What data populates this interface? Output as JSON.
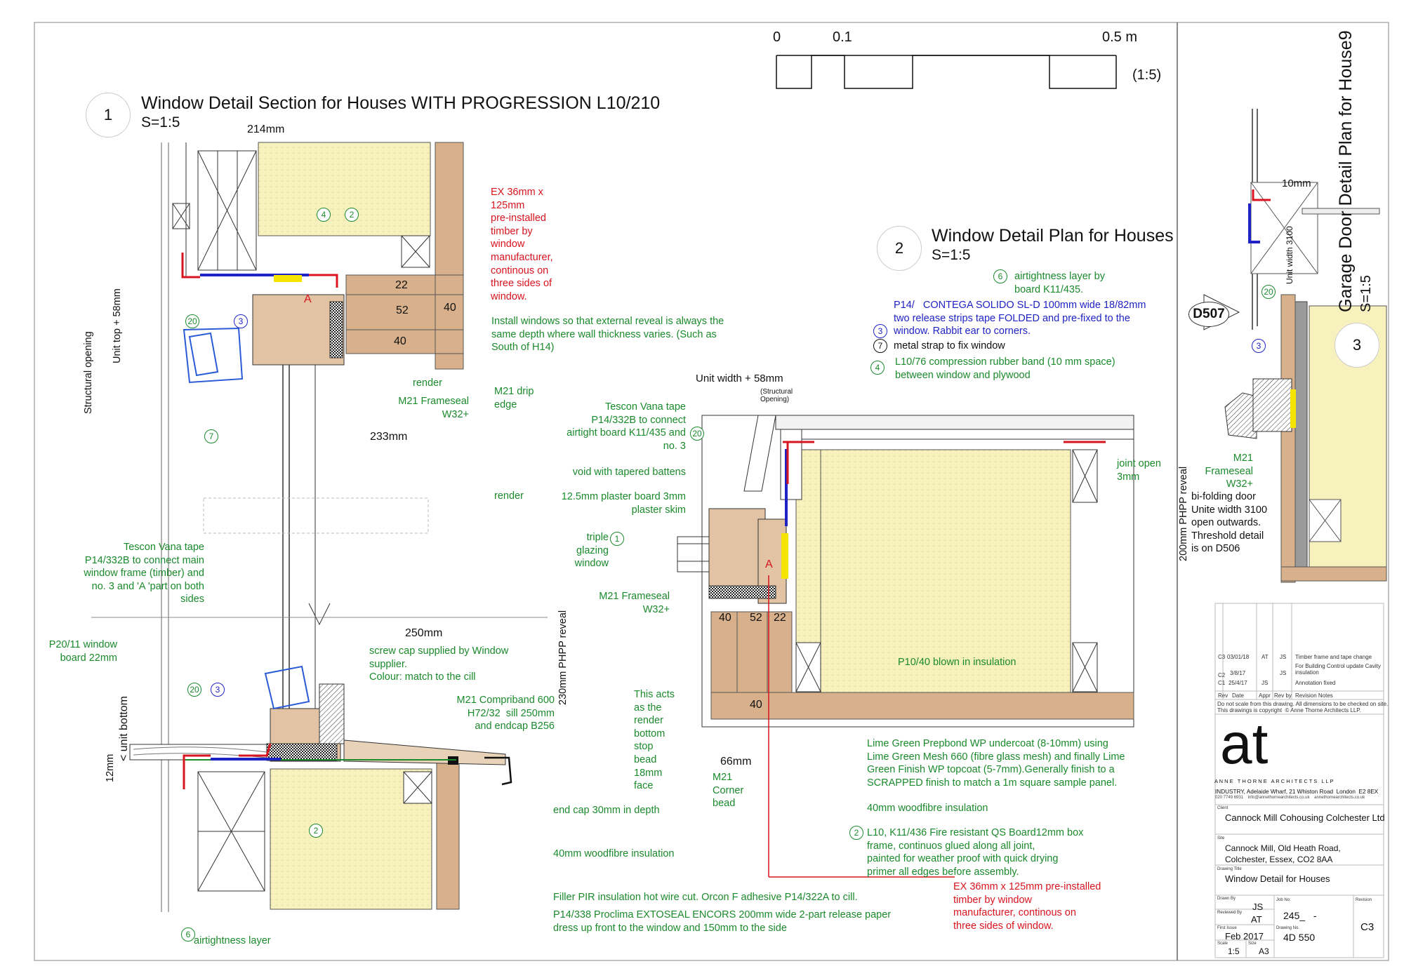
{
  "scale_bar": {
    "ticks": [
      "0",
      "0.1",
      "0.5 m"
    ],
    "ratio": "(1:5)"
  },
  "section1": {
    "number": "1",
    "title": "Window Detail Section for Houses WITH PROGRESSION L10/210",
    "scale": "S=1:5"
  },
  "section2": {
    "number": "2",
    "title": "Window Detail Plan for Houses",
    "scale": "S=1:5"
  },
  "section3": {
    "number": "3",
    "title": "Garage Door Detail Plan for House9",
    "scale": "S=1:5",
    "ref": "D507"
  },
  "dims": [
    "214mm",
    "233mm",
    "250mm",
    "66mm",
    "Unit width + 58mm",
    "(Structural\nOpening)",
    "10mm",
    "22",
    "52",
    "40",
    "40",
    "40",
    "52",
    "22",
    "40",
    "A",
    "A"
  ],
  "vertical_labels": [
    "Structural opening",
    "Unit top + 58mm",
    "230mm PHPP reveal",
    "12mm",
    "< unit bottom",
    "200mm PHPP reveal",
    "Unit width 3100"
  ],
  "annotations": [
    "EX 36mm x\n125mm\npre-installed\ntimber by\nwindow\nmanufacturer,\ncontinous on\nthree sides of\nwindow.",
    "Install windows so that external reveal is always the\nsame depth where wall thickness varies. (Such as\nSouth of H14)",
    "render",
    "M21 Frameseal\nW32+",
    "M21 drip\nedge",
    "Tescon Vana tape\nP14/332B to connect\nairtight board K11/435 and\nno. 3",
    "void with tapered battens",
    "render",
    "12.5mm plaster board 3mm\nplaster skim",
    "triple\nglazing\nwindow",
    "M21 Frameseal\nW32+",
    "Tescon Vana tape\nP14/332B to connect main\nwindow frame (timber) and\nno. 3 and 'A 'part on both\nsides",
    "P20/11 window\nboard 22mm",
    "screw cap supplied by Window\nsupplier.\nColour: match to the cill",
    "M21 Compriband 600\nH72/32  sill 250mm\nand endcap B256",
    "This acts\nas the\nrender\nbottom\nstop\nbead\n18mm\nface",
    "M21\nCorner\nbead",
    "end cap 30mm in depth",
    "40mm woodfibre insulation",
    "Filler PIR insulation hot wire cut. Orcon F adhesive P14/322A to cill.",
    "P14/338 Proclima EXTOSEAL ENCORS 200mm wide 2-part release paper\ndress up front to the window and 150mm to the side",
    "airtightness layer",
    "P10/40 blown in insulation",
    "joint open\n3mm",
    "airtightness layer by\nboard K11/435.",
    "P14/   CONTEGA SOLIDO SL-D 100mm wide 18/82mm\ntwo release strips tape FOLDED and pre-fixed to the\nwindow. Rabbit ear to corners.",
    "metal strap to fix window",
    "L10/76 compression rubber band (10 mm space)\nbetween window and plywood",
    "Lime Green Prepbond WP undercoat (8-10mm) using\nLime Green Mesh 660 (fibre glass mesh) and finally Lime\nGreen Finish WP topcoat (5-7mm).Generally finish to a\nSCRAPPED finish to match a 1m square sample panel.",
    "40mm woodfibre insulation",
    "L10, K11/436 Fire resistant QS Board12mm box\nframe, continuos glued along all joint,\npainted for weather proof with quick drying\nprimer all edges before assembly.",
    "EX 36mm x 125mm pre-installed\ntimber by window\nmanufacturer, continous on\nthree sides of window.",
    "M21\nFrameseal\nW32+",
    "bi-folding door\nUnite width 3100\nopen outwards.\nThreshold detail\nis on D506"
  ],
  "markers": [
    "4",
    "2",
    "20",
    "3",
    "7",
    "20",
    "1",
    "20",
    "3",
    "2",
    "6",
    "2",
    "6",
    "3",
    "7",
    "4",
    "20",
    "3"
  ],
  "title_block": {
    "revisions": [
      {
        "rev": "C3",
        "date": "03/01/18",
        "appr": "AT",
        "rev_by": "JS",
        "notes": "Timber frame and tape change"
      },
      {
        "rev": "C2",
        "date": "3/8/17",
        "appr": "",
        "rev_by": "JS",
        "notes": "For Building Control update Cavity\ninsulation"
      },
      {
        "rev": "C1",
        "date": "25/4/17",
        "appr": "JS",
        "rev_by": "",
        "notes": "Annotation fixed"
      }
    ],
    "rev_headers": [
      "Rev",
      "Date",
      "Appr",
      "Rev by",
      "Revision Notes"
    ],
    "disclaimer": "Do not scale from this drawing. All dimensions to be checked on site.\nThis drawings is copyright  © Anne Thorne Architects LLP.",
    "logo": "at",
    "firm": "A N N E   T H O R N E   A R C H I T E C T S   L L P",
    "address": "INDUSTRY, Adelaide Wharf, 21 Whiston Road  London  E2 8EX",
    "contact": "020 7749 6931    info@annethornearchitects.co.uk    annethornearchitects.co.uk",
    "client_label": "Client",
    "client": "Cannock Mill Cohousing Colchester Ltd",
    "site_label": "Site",
    "site": "Cannock Mill, Old Heath Road,\nColchester, Essex, CO2 8AA",
    "drawing_title_label": "Drawing Title",
    "drawing_title": "Window Detail for Houses",
    "drawn_by_label": "Drawn By",
    "drawn_by": "JS",
    "reviewed_by_label": "Reviewed By",
    "reviewed_by": "AT",
    "first_issue_label": "First Issue",
    "first_issue": "Feb 2017",
    "scale_label": "Scale",
    "scale": "1:5",
    "size_label": "Size",
    "size": "A3",
    "job_no_label": "Job No:",
    "job_no": "245_   -",
    "drawing_no_label": "Drawing No.",
    "drawing_no": "4D 550",
    "revision_label": "Revision",
    "revision": "C3"
  },
  "colors": {
    "green": "#1b8a2c",
    "red": "#d8141f",
    "blue": "#1f22c4",
    "insulation": "#f6f1bd",
    "timber": "#d8b18c"
  }
}
